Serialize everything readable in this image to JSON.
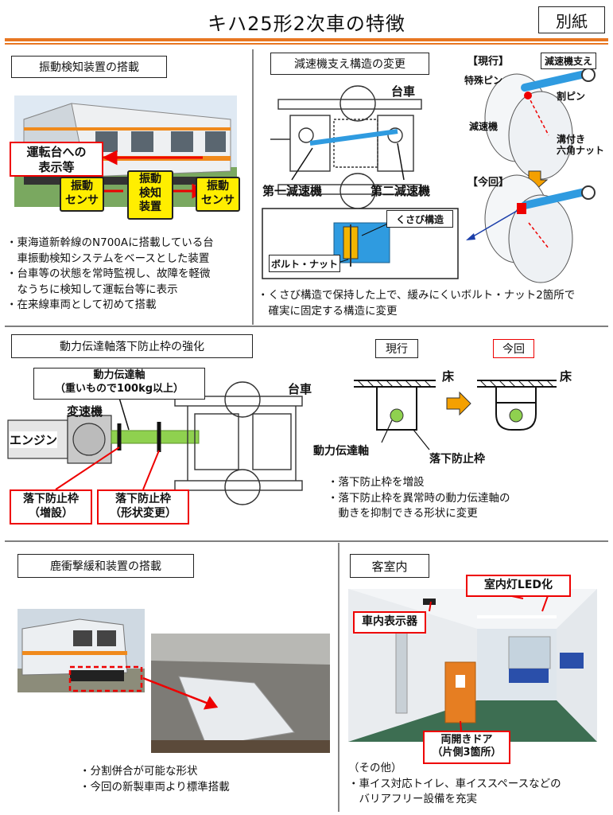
{
  "page_title": "キハ25形2次車の特徴",
  "attachment_badge": "別紙",
  "sec1": {
    "title": "振動検知装置の搭載",
    "label_display": [
      "運転台への",
      "表示等"
    ],
    "label_sensor_left": [
      "振動",
      "センサ"
    ],
    "label_detector": [
      "振動",
      "検知",
      "装置"
    ],
    "label_sensor_right": [
      "振動",
      "センサ"
    ],
    "bullets": [
      "・東海道新幹線のN700Aに搭載している台",
      "　車振動検知システムをベースとした装置",
      "・台車等の状態を常時監視し、故障を軽微",
      "　なうちに検知して運転台等に表示",
      "・在来線車両として初めて搭載"
    ]
  },
  "sec2": {
    "title": "減速機支え構造の変更",
    "bogie": "台車",
    "reducer1": "第一減速機",
    "reducer2": "第二減速機",
    "wedge": "くさび構造",
    "bolt": "ボルト・ナット",
    "current": "【現行】",
    "new": "【今回】",
    "support": "減速機支え",
    "special_pin": "特殊ピン",
    "split_pin": "割ピン",
    "reducer": "減速機",
    "nut": [
      "溝付き",
      "六角ナット"
    ],
    "bullets": [
      "・くさび構造で保持した上で、緩みにくいボルト・ナット2箇所で",
      "　確実に固定する構造に変更"
    ]
  },
  "sec3": {
    "title": "動力伝達軸落下防止枠の強化",
    "shaft": [
      "動力伝達軸",
      "（重いもので100kg以上）"
    ],
    "transmission": "変速機",
    "engine": "エンジン",
    "bogie": "台車",
    "frame_add": [
      "落下防止枠",
      "（増設）"
    ],
    "frame_change": [
      "落下防止枠",
      "（形状変更）"
    ],
    "current": "現行",
    "new": "今回",
    "floor1": "床",
    "floor2": "床",
    "shaft_label": "動力伝達軸",
    "frame_label": "落下防止枠",
    "bullets": [
      "・落下防止枠を増設",
      "・落下防止枠を異常時の動力伝達軸の",
      "　動きを抑制できる形状に変更"
    ]
  },
  "sec4": {
    "title": "鹿衝撃緩和装置の搭載",
    "bullets": [
      "・分割併合が可能な形状",
      "・今回の新製車両より標準搭載"
    ]
  },
  "sec5": {
    "title": "客室内",
    "led": "室内灯LED化",
    "display": "車内表示器",
    "door": [
      "両開きドア",
      "（片側3箇所）"
    ],
    "bullets": [
      "（その他）",
      "・車イス対応トイレ、車イススペースなどの",
      "　バリアフリー設備を充実"
    ]
  },
  "colors": {
    "accent_rule": "#e87722",
    "callout_red": "#e00000",
    "sensor_yellow": "#ffee00",
    "shaft_green": "#8fd14f",
    "support_blue": "#2f9be0"
  }
}
